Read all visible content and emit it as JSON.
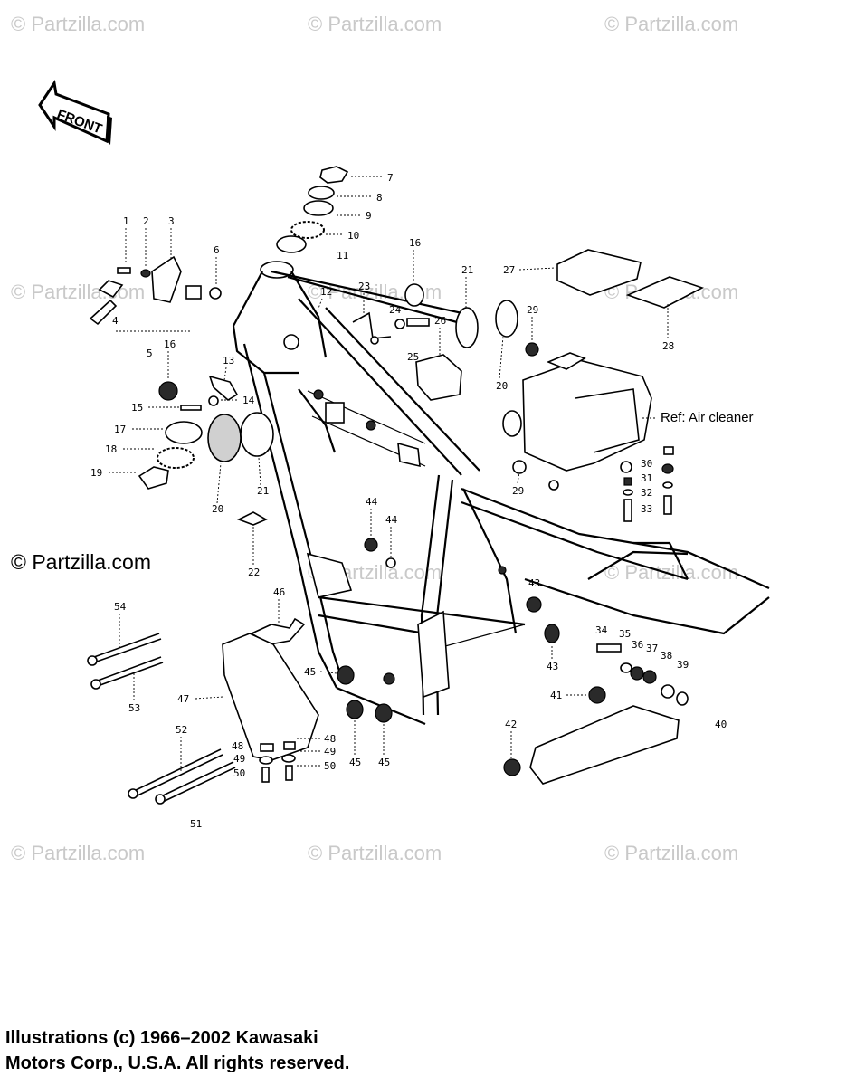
{
  "watermark": "© Partzilla.com",
  "copyright_mark": "© Partzilla.com",
  "front_arrow_label": "FRONT",
  "reference_note": "Ref: Air cleaner",
  "footer_text": "Illustrations (c) 1966–2002 Kawasaki\nMotors Corp., U.S.A.  All rights reserved.",
  "callouts": {
    "c1": "1",
    "c2": "2",
    "c3": "3",
    "c4": "4",
    "c5": "5",
    "c6": "6",
    "c7": "7",
    "c8": "8",
    "c9": "9",
    "c10": "10",
    "c11": "11",
    "c12": "12",
    "c13": "13",
    "c14": "14",
    "c15": "15",
    "c16a": "16",
    "c16b": "16",
    "c17": "17",
    "c18": "18",
    "c19": "19",
    "c20a": "20",
    "c20b": "20",
    "c21a": "21",
    "c21b": "21",
    "c22": "22",
    "c23": "23",
    "c24": "24",
    "c25": "25",
    "c26": "26",
    "c27": "27",
    "c28": "28",
    "c29a": "29",
    "c29b": "29",
    "c30": "30",
    "c31": "31",
    "c32": "32",
    "c33": "33",
    "c34": "34",
    "c35": "35",
    "c36": "36",
    "c37": "37",
    "c38": "38",
    "c39": "39",
    "c40": "40",
    "c41": "41",
    "c42": "42",
    "c43a": "43",
    "c43b": "43",
    "c44a": "44",
    "c44b": "44",
    "c45a": "45",
    "c45b": "45",
    "c45c": "45",
    "c46": "46",
    "c47": "47",
    "c48a": "48",
    "c48b": "48",
    "c49a": "49",
    "c49b": "49",
    "c50a": "50",
    "c50b": "50",
    "c51": "51",
    "c52": "52",
    "c53": "53",
    "c54": "54"
  }
}
